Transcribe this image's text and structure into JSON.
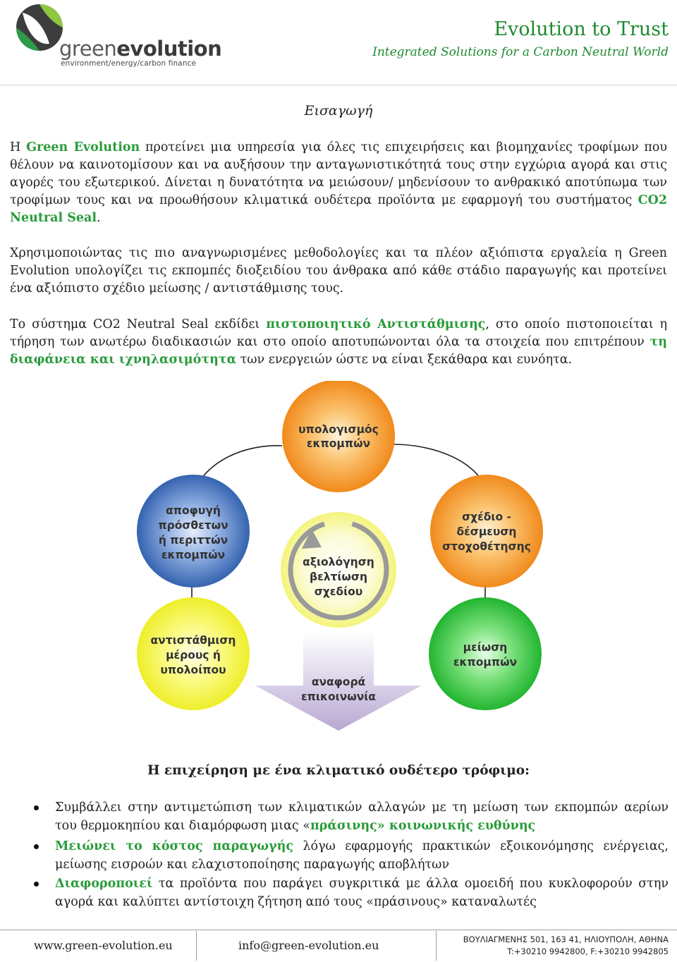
{
  "header": {
    "logo_wordmark_light": "green",
    "logo_wordmark_bold": "evolution",
    "logo_tagline": "environment/energy/carbon finance",
    "title": "Evolution to Trust",
    "subtitle": "Integrated Solutions for a Carbon Neutral World"
  },
  "intro": {
    "title": "Εισαγωγή",
    "p1": {
      "a": "Η ",
      "b": "Green Evolution",
      "c": " προτείνει μια υπηρεσία για όλες τις επιχειρήσεις και βιομηχανίες τροφίμων που θέλουν να καινοτομίσουν και να αυξήσουν την ανταγωνιστικότητά τους στην εγχώρια αγορά και στις αγορές του εξωτερικού. Δίνεται η δυνατότητα να μειώσουν/ μηδενίσουν το ανθρακικό αποτύπωμα των τροφίμων τους και να προωθήσουν κλιματικά ουδέτερα προϊόντα με εφαρμογή του συστήματος ",
      "d": "CO2 Neutral Seal",
      "e": "."
    },
    "p2": "Χρησιμοποιώντας τις πιο αναγνωρισμένες μεθοδολογίες και τα πλέον αξιόπιστα εργαλεία η Green Evolution υπολογίζει τις εκπομπές διοξειδίου του άνθρακα από κάθε στάδιο παραγωγής και προτείνει ένα αξιόπιστο σχέδιο μείωσης / αντιστάθμισης τους.",
    "p3": {
      "a": "Το σύστημα CO2 Neutral Seal εκδίδει ",
      "b": "πιστοποιητικό Αντιστάθμισης",
      "c": ", στο οποίο πιστοποιείται η τήρηση των ανωτέρω διαδικασιών και στο οποίο αποτυπώνονται όλα τα στοιχεία που επιτρέπουν ",
      "d": "τη διαφάνεια και ιχνηλασιμότητα",
      "e": " των ενεργειών ώστε να είναι ξεκάθαρα και ευνόητα."
    }
  },
  "diagram": {
    "calc": [
      "υπολογισμός",
      "εκπομπών"
    ],
    "plan": [
      "σχέδιο -",
      "δέσμευση",
      "στοχοθέτησης"
    ],
    "reduce": [
      "μείωση",
      "εκπομπών"
    ],
    "offset": [
      "αντιστάθμιση",
      "μέρους ή",
      "υπολοίπου"
    ],
    "avoid": [
      "αποφυγή",
      "πρόσθετων",
      "ή περιττών",
      "εκπομπών"
    ],
    "evaluate": [
      "αξιολόγηση",
      "βελτίωση",
      "σχεδίου"
    ],
    "report": [
      "αναφορά",
      "επικοινωνία"
    ],
    "colors": {
      "orange": "#f39a2e",
      "green": "#31c33e",
      "yellow": "#f2f23a",
      "blue": "#3d6fb8",
      "lavender": "#b9a8d4"
    }
  },
  "benefits": {
    "title": "Η επιχείρηση με ένα κλιματικό ουδέτερο τρόφιμο:",
    "b1": {
      "a": "Συμβάλλει στην αντιμετώπιση των κλιματικών αλλαγών με τη μείωση των εκπομπών αερίων του θερμοκηπίου και διαμόρφωση μιας «",
      "b": "πράσινης» κοινωνικής ευθύνης"
    },
    "b2": {
      "a": "Μειώνει το κόστος παραγωγής",
      "b": " λόγω εφαρμογής πρακτικών εξοικονόμησης ενέργειας, μείωσης εισροών και ελαχιστοποίησης παραγωγής αποβλήτων"
    },
    "b3": {
      "a": "Διαφοροποιεί",
      "b": " τα προϊόντα που παράγει συγκριτικά με άλλα ομοειδή που κυκλοφορούν στην αγορά και καλύπτει αντίστοιχη ζήτηση από τους «πράσινους» καταναλωτές"
    }
  },
  "footer": {
    "website": "www.green-evolution.eu",
    "email": "info@green-evolution.eu",
    "address": "ΒΟΥΛΙΑΓΜΕΝΗΣ 501, 163 41,  ΗΛΙΟΥΠΟΛΗ, ΑΘΗΝΑ",
    "phone": "T:+30210 9942800, F:+30210 9942805"
  }
}
